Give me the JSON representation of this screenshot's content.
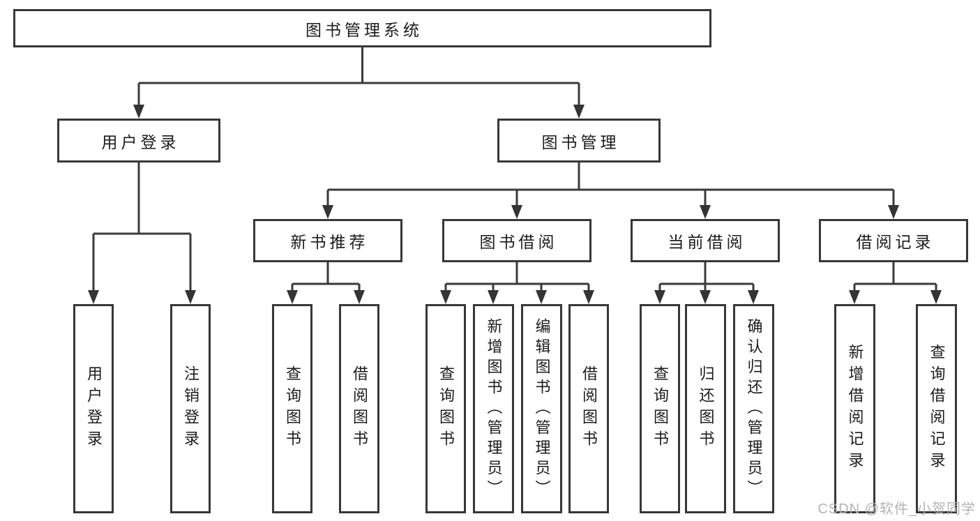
{
  "colors": {
    "background": "#ffffff",
    "box_border": "#373737",
    "connector_line": "#3a3a3a",
    "text": "#1c1c1c",
    "watermark": "#b4b4b8"
  },
  "watermark": {
    "text": "CSDN @软件_小贺同学"
  },
  "tree": {
    "root": {
      "label": "图书管理系统",
      "children": [
        {
          "label": "用户登录",
          "children": [
            {
              "label": "用户登录"
            },
            {
              "label": "注销登录"
            }
          ]
        },
        {
          "label": "图书管理",
          "children": [
            {
              "label": "新书推荐",
              "children": [
                {
                  "label": "查询图书"
                },
                {
                  "label": "借阅图书"
                }
              ]
            },
            {
              "label": "图书借阅",
              "children": [
                {
                  "label": "查询图书"
                },
                {
                  "label": "新增图书（管理员）"
                },
                {
                  "label": "编辑图书（管理员）"
                },
                {
                  "label": "借阅图书"
                }
              ]
            },
            {
              "label": "当前借阅",
              "children": [
                {
                  "label": "查询图书"
                },
                {
                  "label": "归还图书"
                },
                {
                  "label": "确认归还（管理员）"
                }
              ]
            },
            {
              "label": "借阅记录",
              "children": [
                {
                  "label": "新增借阅记录"
                },
                {
                  "label": "查询借阅记录"
                }
              ]
            }
          ]
        }
      ]
    }
  }
}
